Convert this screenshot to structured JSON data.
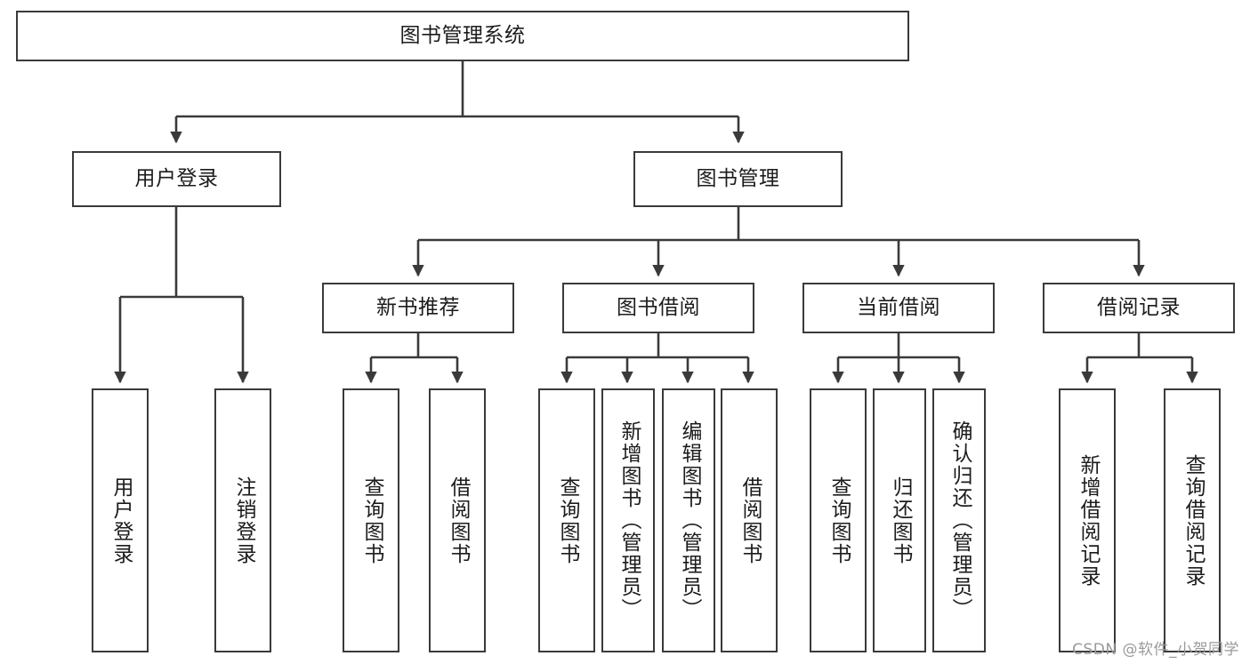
{
  "diagram": {
    "title": "图书管理系统",
    "type": "hierarchy-tree",
    "watermark": "CSDN @软件_小贺同学",
    "stroke_color": "#3a3a3a",
    "fill_color": "#ffffff",
    "text_color": "#1c1c1c"
  },
  "root": {
    "label": "图书管理系统"
  },
  "level2": [
    {
      "label": "用户登录"
    },
    {
      "label": "图书管理"
    }
  ],
  "level3": [
    {
      "label": "新书推荐"
    },
    {
      "label": "图书借阅"
    },
    {
      "label": "当前借阅"
    },
    {
      "label": "借阅记录"
    }
  ],
  "leaves": {
    "user_login": [
      {
        "label": "用户登录"
      },
      {
        "label": "注销登录"
      }
    ],
    "new_book_recommend": [
      {
        "label": "查询图书"
      },
      {
        "label": "借阅图书"
      }
    ],
    "book_borrow": [
      {
        "label": "查询图书"
      },
      {
        "label": "新增图书（管理员）"
      },
      {
        "label": "编辑图书（管理员）"
      },
      {
        "label": "借阅图书"
      }
    ],
    "current_borrow": [
      {
        "label": "查询图书"
      },
      {
        "label": "归还图书"
      },
      {
        "label": "确认归还（管理员）"
      }
    ],
    "borrow_record": [
      {
        "label": "新增借阅记录"
      },
      {
        "label": "查询借阅记录"
      }
    ]
  }
}
